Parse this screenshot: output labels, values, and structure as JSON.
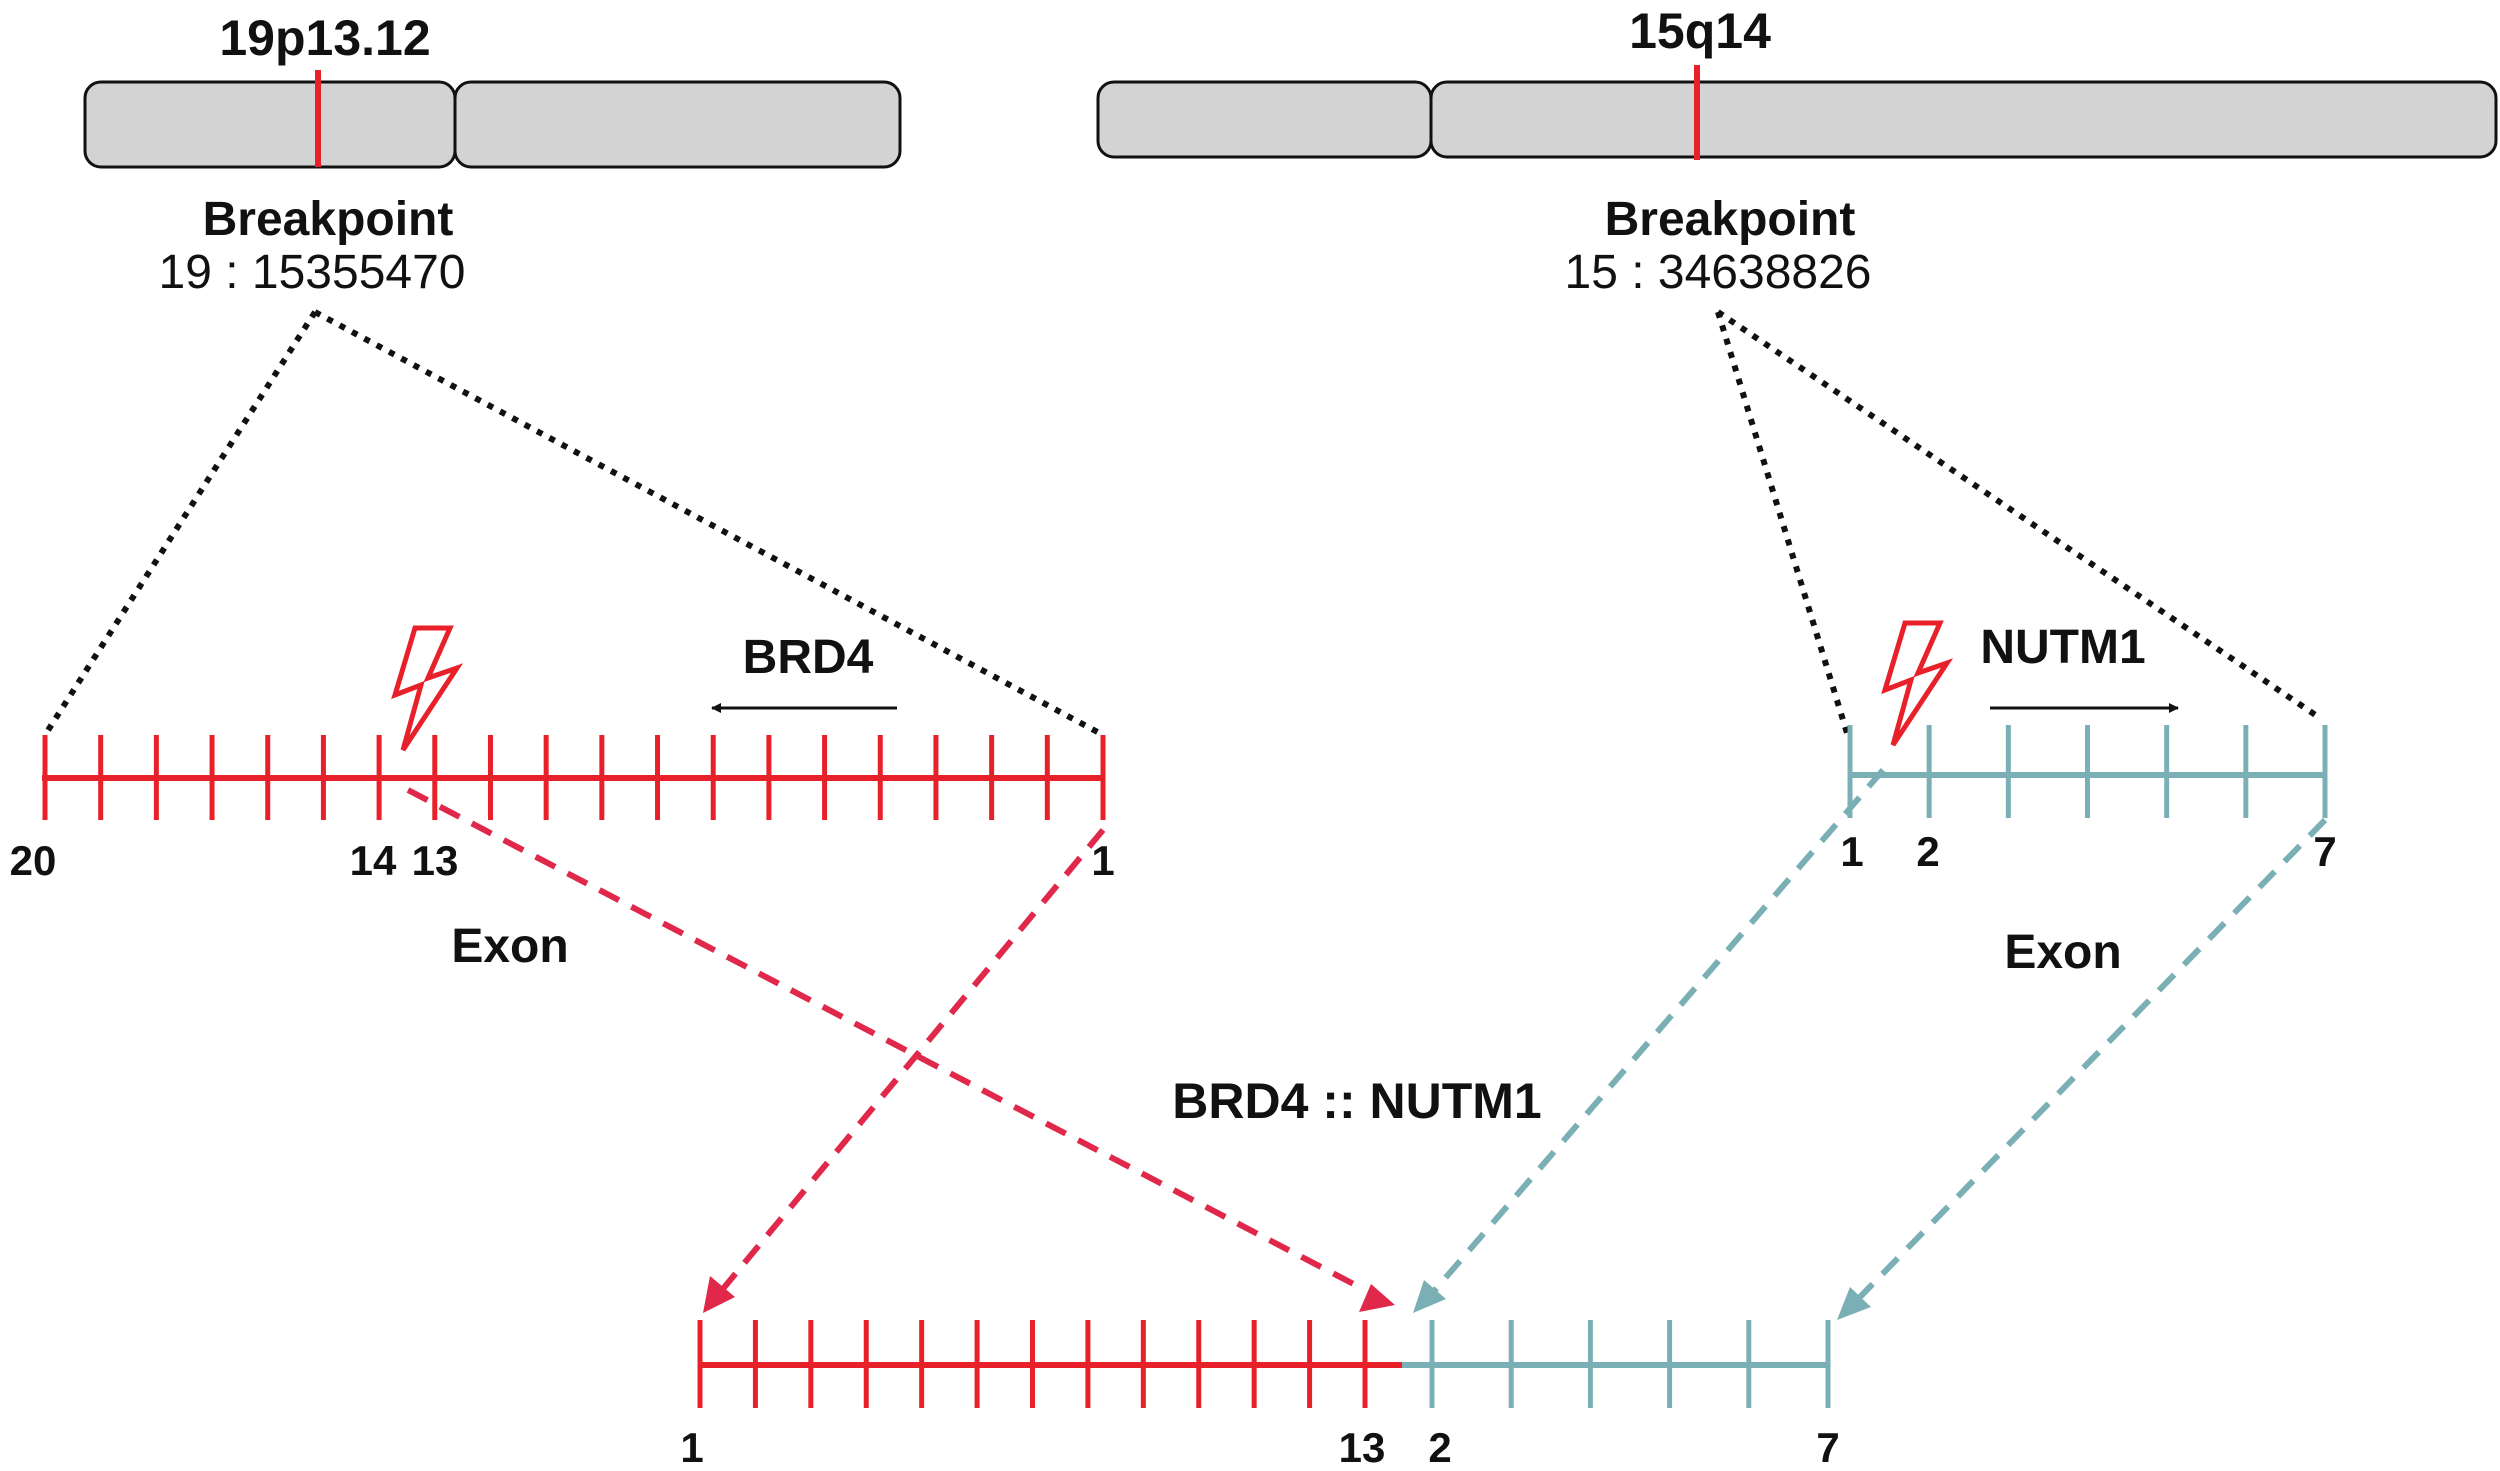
{
  "colors": {
    "brd4": "#e8202a",
    "nutm1": "#7ab0b5",
    "arrow_red": "#e0284a",
    "chromosome_fill": "#d3d3d3",
    "text": "#111111"
  },
  "chr19": {
    "band_label": "19p13.12",
    "breakpoint_title": "Breakpoint",
    "breakpoint_position": "19 : 15355470"
  },
  "chr15": {
    "band_label": "15q14",
    "breakpoint_title": "Breakpoint",
    "breakpoint_position": "15 : 34638826"
  },
  "brd4": {
    "gene_name": "BRD4",
    "direction": "leftward",
    "exon_caption": "Exon",
    "exon_labels": {
      "left_end": "20",
      "break_left": "14",
      "break_right": "13",
      "right_end": "1"
    },
    "breakpoint_icon": "lightning-bolt-icon"
  },
  "nutm1": {
    "gene_name": "NUTM1",
    "direction": "rightward",
    "exon_caption": "Exon",
    "exon_labels": {
      "start": "1",
      "second": "2",
      "end": "7"
    },
    "breakpoint_icon": "lightning-bolt-icon"
  },
  "fusion": {
    "title": "BRD4 :: NUTM1",
    "exon_labels": {
      "brd4_start": "1",
      "brd4_end": "13",
      "nutm1_start": "2",
      "nutm1_end": "7"
    }
  }
}
